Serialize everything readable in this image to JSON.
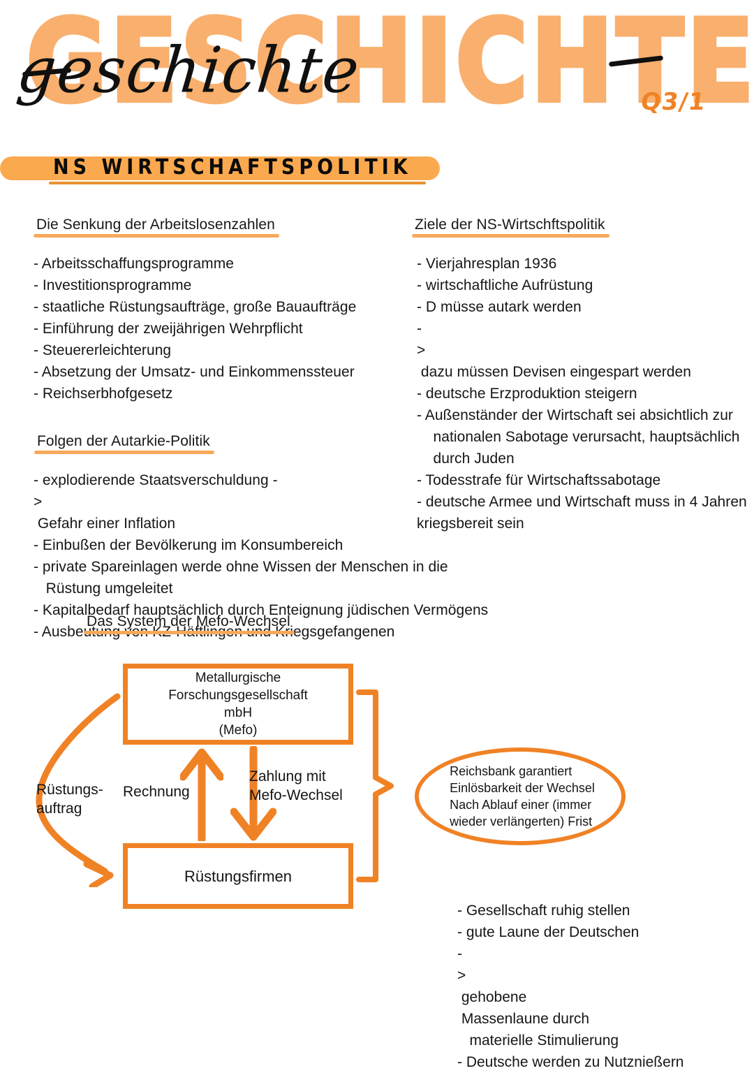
{
  "header": {
    "block_title": "GESCHICHTE",
    "script_title": "geschichte",
    "course_code": "Q3/1",
    "section_banner": "NS WIRTSCHAFTSPOLITIK"
  },
  "sections": {
    "arbeitslosenzahlen": {
      "heading": "Die Senkung der Arbeitslosenzahlen",
      "items": "- Arbeitsschaffungsprogramme\n- Investitionsprogramme\n- staatliche Rüstungsaufträge, große Bauaufträge\n- Einführung der zweijährigen Wehrpflicht\n- Steuererleichterung\n- Absetzung der Umsatz- und Einkommenssteuer\n- Reichserbhofgesetz"
    },
    "ziele": {
      "heading": "Ziele der NS-Wirtschftspolitik",
      "items": "- Vierjahresplan 1936\n- wirtschaftliche Aufrüstung\n- D müsse autark werden\n-\n>\n dazu müssen Devisen eingespart werden\n- deutsche Erzproduktion steigern\n- Außenständer der Wirtschaft sei absichtlich zur\n    nationalen Sabotage verursacht, hauptsächlich\n    durch Juden\n- Todesstrafe für Wirtschaftssabotage\n- deutsche Armee und Wirtschaft muss in 4 Jahren\nkriegsbereit sein"
    },
    "autarkie": {
      "heading": "Folgen der Autarkie-Politik",
      "items": "- explodierende Staatsverschuldung -\n>\n Gefahr einer Inflation\n- Einbußen der Bevölkerung im Konsumbereich\n- private Spareinlagen werde ohne Wissen der Menschen in die\n   Rüstung umgeleitet\n- Kapitalbedarf hauptsächlich durch Enteignung jüdischen Vermögens\n- Ausbeutung von KZ-Häftlingen und Kriegsgefangenen"
    },
    "mefo": {
      "heading": "Das System der Mefo-Wechsel"
    }
  },
  "diagram": {
    "box_mefo": "Metallurgische\nForschungsgesellschaft\nmbH\n(Mefo)",
    "box_firmen": "Rüstungsfirmen",
    "label_auftrag": "Rüstungs-\nauftrag",
    "label_rechnung": "Rechnung",
    "label_zahlung": "Zahlung mit\nMefo-Wechsel",
    "ellipse_text": "Reichsbank garantiert\nEinlösbarkeit der Wechsel\nNach Ablauf einer (immer\nwieder verlängerten) Frist"
  },
  "bottom_notes": {
    "items": "- Gesellschaft ruhig stellen\n- gute Laune der Deutschen\n-\n>\n gehobene\n Massenlaune durch\n   materielle Stimulierung\n- Deutsche werden zu Nutznießern"
  },
  "colors": {
    "highlighter_orange": "#F7A95A",
    "banner_orange": "#FBA94F",
    "diagram_orange": "#F08226",
    "ink_black": "#111111"
  }
}
